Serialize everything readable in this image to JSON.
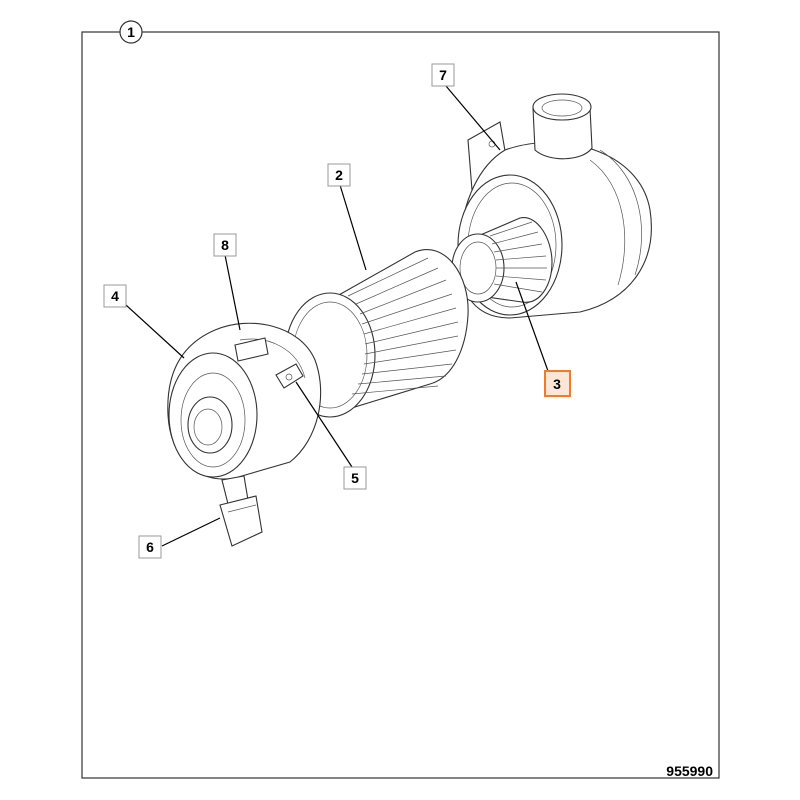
{
  "figure": {
    "number": "1",
    "drawing_id": "955990"
  },
  "callouts": {
    "c2": "2",
    "c3": "3",
    "c4": "4",
    "c5": "5",
    "c6": "6",
    "c7": "7",
    "c8": "8"
  },
  "highlighted_callout": "3",
  "colors": {
    "highlight_fill": "#fde6d6",
    "highlight_stroke": "#f07c2a",
    "line": "#333333"
  }
}
